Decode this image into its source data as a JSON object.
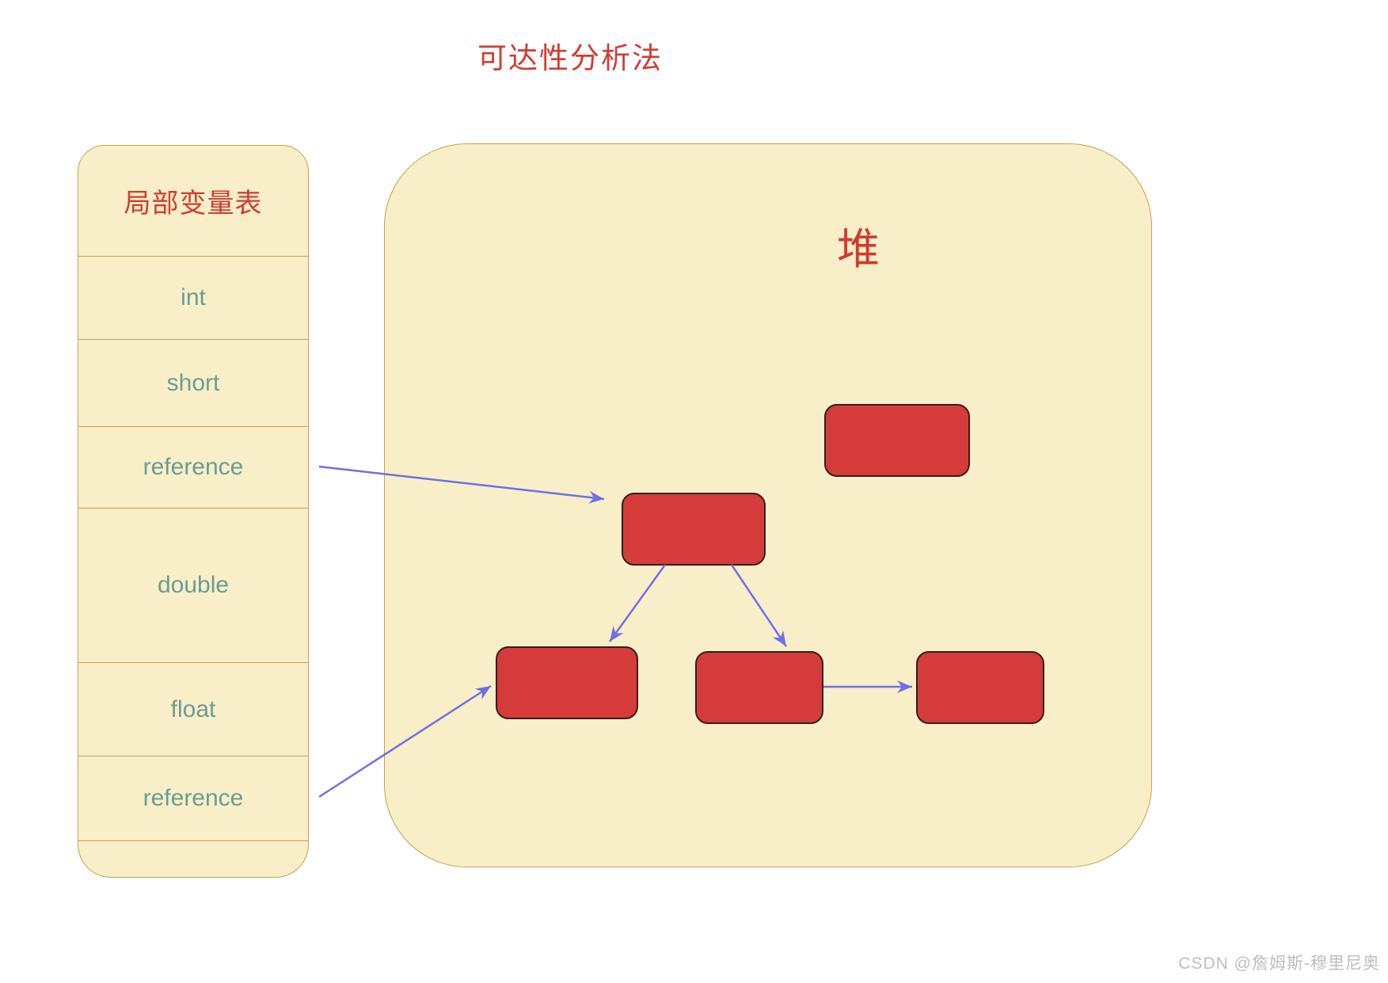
{
  "title": "可达性分析法",
  "table": {
    "header": "局部变量表",
    "rows": [
      "int",
      "short",
      "reference",
      "double",
      "float",
      "reference"
    ]
  },
  "heap": {
    "label": "堆",
    "objects": [
      {
        "id": "heap-object-a",
        "note": "root object referenced from first reference slot"
      },
      {
        "id": "heap-object-b",
        "note": "left child, also referenced from second reference slot"
      },
      {
        "id": "heap-object-c",
        "note": "middle child"
      },
      {
        "id": "heap-object-d",
        "note": "object referenced by middle child"
      },
      {
        "id": "heap-object-isolated",
        "note": "unreachable object, no incoming arrows"
      }
    ]
  },
  "edges": [
    {
      "from": "stack-reference-1",
      "to": "heap-object-a"
    },
    {
      "from": "heap-object-a",
      "to": "heap-object-b"
    },
    {
      "from": "heap-object-a",
      "to": "heap-object-c"
    },
    {
      "from": "heap-object-c",
      "to": "heap-object-d"
    },
    {
      "from": "stack-reference-2",
      "to": "heap-object-b"
    }
  ],
  "watermark": "CSDN @詹姆斯-穆里尼奥",
  "colors": {
    "background": "#ffffff",
    "panel_fill": "#f8efc9",
    "panel_border": "#c5a051",
    "object_fill": "#d53b3b",
    "object_border": "#381d15",
    "arrow": "#6f6fe6",
    "title_text": "#d23b33",
    "type_text": "#6b9c93",
    "watermark_text": "#bebebe"
  }
}
